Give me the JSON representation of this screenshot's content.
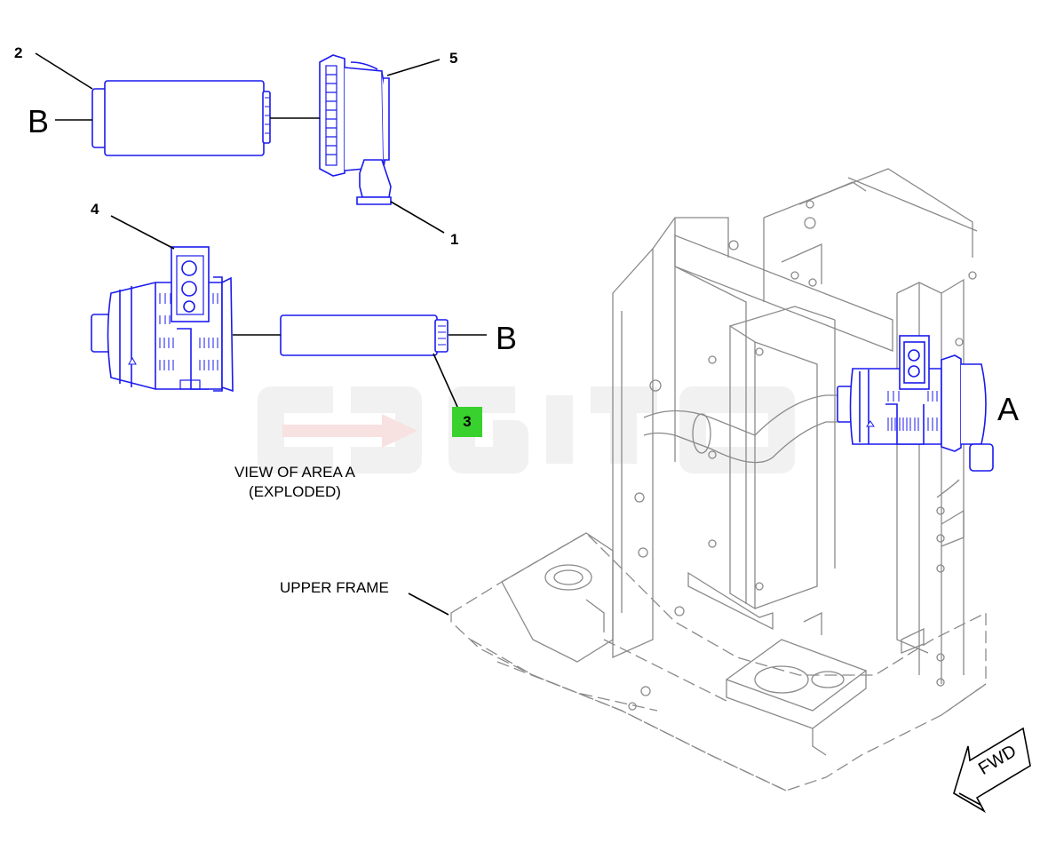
{
  "callouts": {
    "item1": "1",
    "item2": "2",
    "item3": "3",
    "item4": "4",
    "item5": "5"
  },
  "letters": {
    "b_top": "B",
    "b_mid": "B",
    "a_main": "A"
  },
  "captions": {
    "view_line1": "VIEW OF AREA A",
    "view_line2": "(EXPLODED)",
    "upper_frame": "UPPER FRAME",
    "fwd": "FWD"
  },
  "colors": {
    "part_blue": "#1a1aee",
    "line_black": "#000000",
    "highlight_green": "#39d12d",
    "watermark": "#eeeeee",
    "watermark_arrow": "#f6d0d0"
  }
}
